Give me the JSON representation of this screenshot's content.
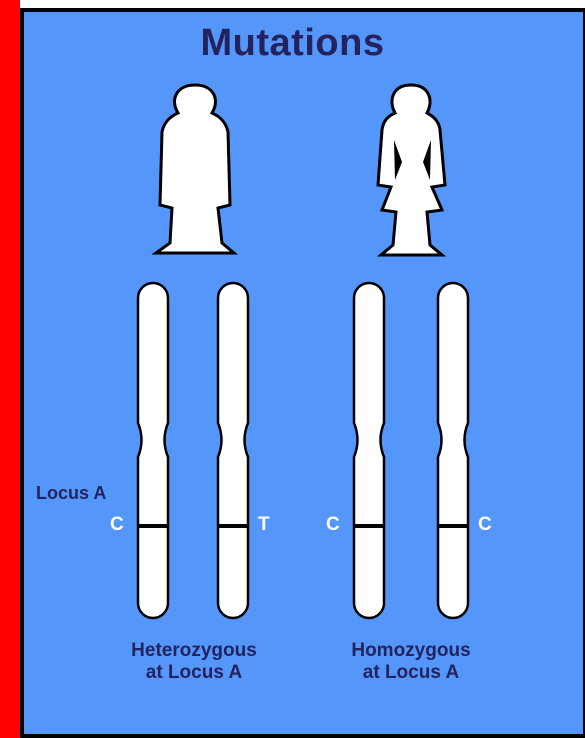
{
  "title": "Mutations",
  "locus_label": "Locus A",
  "alleles": [
    "C",
    "T",
    "C",
    "C"
  ],
  "captions": {
    "left": [
      "Heterozygous",
      "at Locus A"
    ],
    "right": [
      "Homozygous",
      "at Locus A"
    ]
  },
  "colors": {
    "background": "#5596fb",
    "text_dark": "#23235f",
    "outline": "#000000",
    "shape_fill": "#ffffff",
    "frame_red": "#ff0000"
  },
  "icons": [
    "male-figure-icon",
    "female-figure-icon"
  ]
}
